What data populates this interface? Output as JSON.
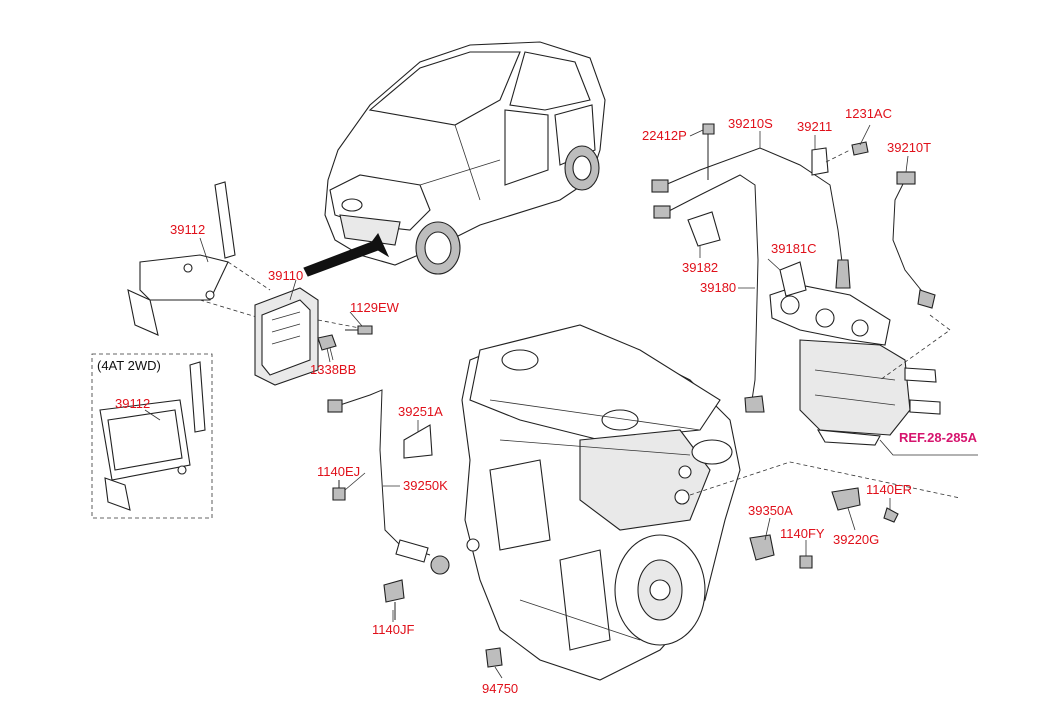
{
  "labels": {
    "l39112a": "39112",
    "l39110": "39110",
    "l1129ew": "1129EW",
    "l1338bb": "1338BB",
    "l4at2wd": "(4AT 2WD)",
    "l39112b": "39112",
    "l22412p": "22412P",
    "l39210s": "39210S",
    "l39211": "39211",
    "l1231ac": "1231AC",
    "l39210t": "39210T",
    "l39182": "39182",
    "l39181c": "39181C",
    "l39180": "39180",
    "l39251a": "39251A",
    "l1140ej": "1140EJ",
    "l39250k": "39250K",
    "l1140jf": "1140JF",
    "l94750": "94750",
    "l39350a": "39350A",
    "l1140fy": "1140FY",
    "l39220g": "39220G",
    "l1140er": "1140ER",
    "lref": "REF.28-285A"
  },
  "colors": {
    "label": "#e0101a",
    "reference": "#d6146e",
    "line": "#222222"
  }
}
